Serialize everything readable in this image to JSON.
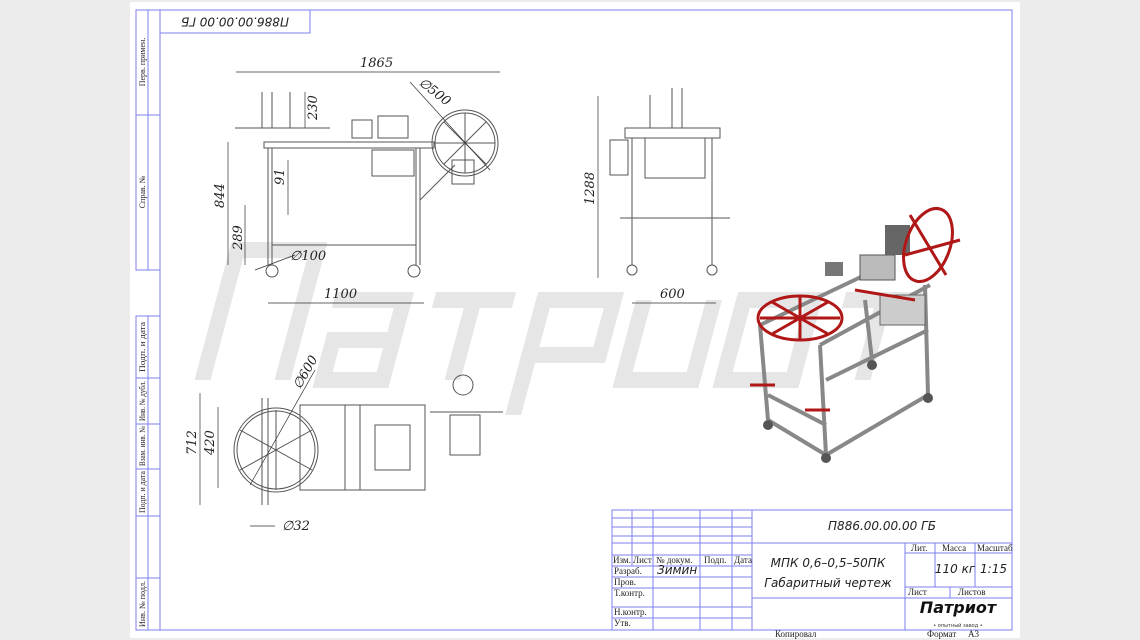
{
  "drawing": {
    "designation": "П886.00.00.00 ГБ",
    "designation_rotated": "П886.00.00.00 ГБ",
    "watermark": "Патриот",
    "side_view": {
      "d_overall_length": "1865",
      "d_wheel_diameter": "∅500",
      "d_top_height": "230",
      "d_height": "844",
      "d_91": "91",
      "d_289": "289",
      "d_caster": "∅100",
      "d_base_length": "1100"
    },
    "front_view": {
      "d_height": "1288",
      "d_width": "600"
    },
    "top_view": {
      "d_wheel_diameter": "∅600",
      "d_712": "712",
      "d_420": "420",
      "d_pipe": "∅32"
    }
  },
  "left_strip": [
    "Перв. примен.",
    "Справ. №",
    "Подп. и дата",
    "Инв. № дубл.",
    "Взам. инв. №",
    "Подп. и дата",
    "Инв. № подл."
  ],
  "title_block": {
    "headers": {
      "izm": "Изм.",
      "list": "Лист",
      "doc": "№ докум.",
      "sign": "Подп.",
      "date": "Дата"
    },
    "rows": [
      "Разраб.",
      "Пров.",
      "Т.контр.",
      "Н.контр.",
      "Утв."
    ],
    "developer": "Зимин",
    "product": "МПК 0,6–0,5–50ПК",
    "doc_type": "Габаритный чертеж",
    "lit_label": "Лит.",
    "mass_label": "Масса",
    "scale_label": "Масштаб",
    "mass": "110 кг",
    "scale": "1:15",
    "sheet_label": "Лист",
    "sheets_label": "Листов",
    "company": "Патриот",
    "company_sub": "• опытный завод •",
    "copied": "Копировал",
    "format_label": "Формат",
    "format": "А3"
  }
}
